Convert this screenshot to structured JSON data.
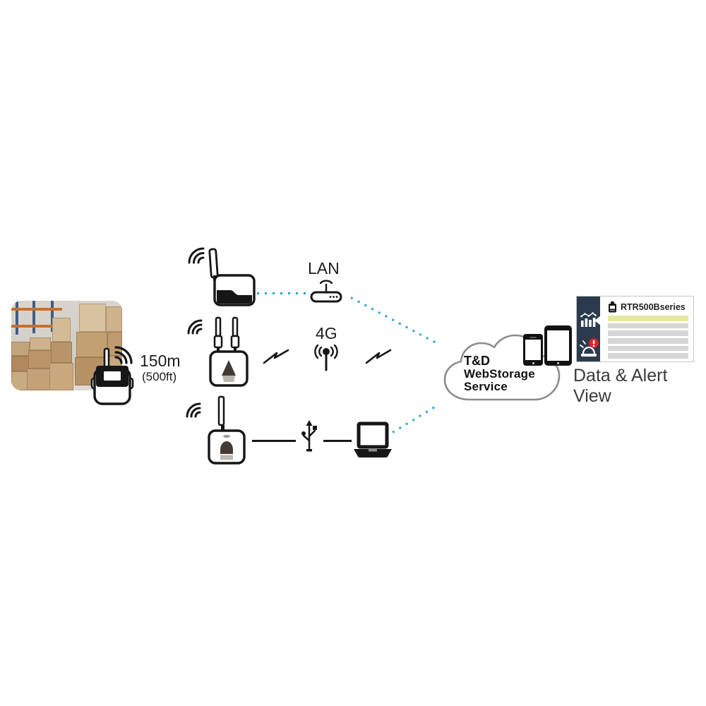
{
  "colors": {
    "dot_blue": "#2ba3d4",
    "line_black": "#161616",
    "sidebar_navy": "#2b3b4d",
    "row_highlight": "#e5e99f",
    "row_gray": "#d6d6d6",
    "alert_red": "#e62129",
    "cloud_outline": "#8c8c8c",
    "caption_color": "#3a3a3a"
  },
  "sensor": {
    "range": "150m",
    "range_alt": "(500ft)"
  },
  "links": {
    "lan_label": "LAN",
    "cellular_label": "4G"
  },
  "cloud": {
    "line1": "T&D",
    "line2": "WebStorage",
    "line3": "Service"
  },
  "app_card": {
    "title": "RTR500Bseries"
  },
  "caption": "Data & Alert View",
  "icons": {
    "wireless-waves-icon": "three concentric signal arcs",
    "logger-icon": "wireless data logger with antenna",
    "base-station-icon": "RTR500B base station with antenna",
    "router-icon": "LAN wifi router",
    "cellular-antenna-icon": "antenna mast with radio waves",
    "zigzag-icon": "wireless transmission bolt",
    "usb-icon": "USB trident symbol",
    "laptop-icon": "laptop computer",
    "cloud-shape": "cloud outline",
    "phone-icon": "smartphone",
    "tablet-icon": "tablet",
    "graph-icon": "bar chart with trend line",
    "alarm-icon": "siren with red alert badge",
    "device-icon": "mini data logger"
  }
}
